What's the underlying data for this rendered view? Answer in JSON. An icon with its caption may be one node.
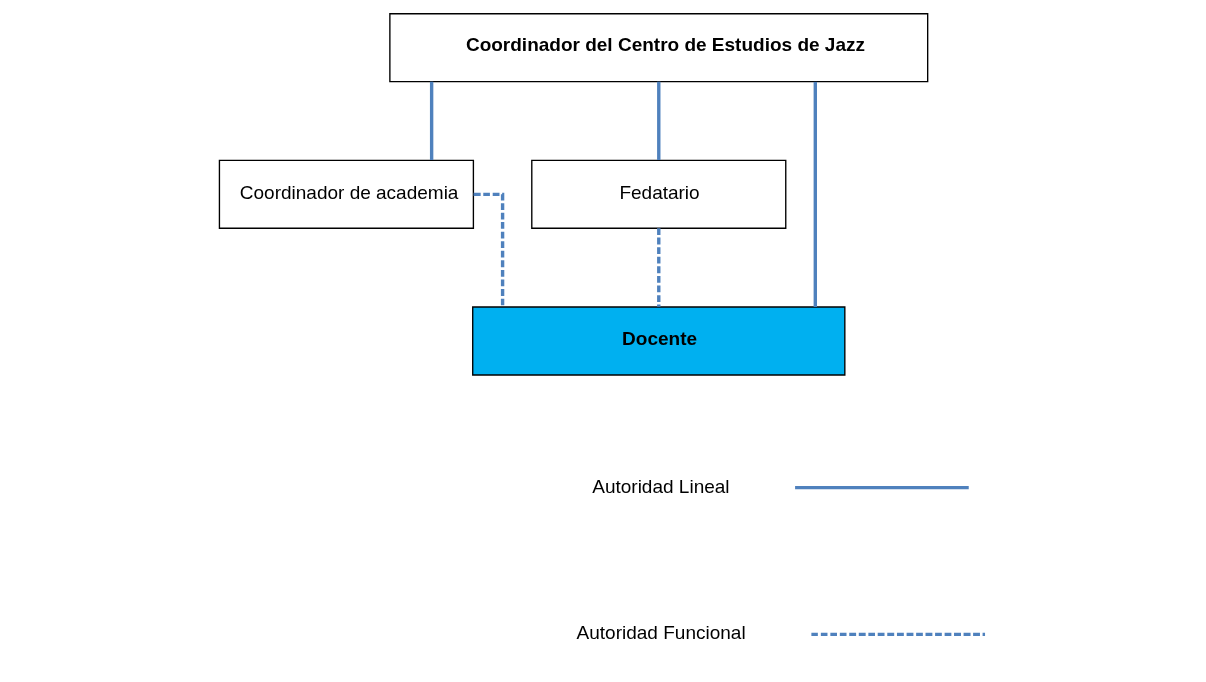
{
  "diagram": {
    "nodes": [
      {
        "text": [
          "Coordinador del Centro de Estudios de Jazz"
        ]
      },
      {
        "text": [
          "Coordinador de academia"
        ]
      },
      {
        "text": [
          "Fedatario"
        ]
      },
      {
        "text": [
          "Docente"
        ]
      }
    ],
    "edges": [
      {
        "from": 0,
        "to": 1,
        "arrow": "none"
      },
      {
        "from": 0,
        "to": 2,
        "arrow": "none"
      },
      {
        "from": 0,
        "to": 3,
        "arrow": "none"
      },
      {
        "from": 1,
        "to": 3,
        "arrow": "none",
        "style": "dashed"
      },
      {
        "from": 2,
        "to": 3,
        "arrow": "none",
        "style": "dashed"
      }
    ],
    "legend": [
      {
        "text": "Autoridad Lineal"
      },
      {
        "text": "Autoridad Funcional"
      }
    ]
  }
}
